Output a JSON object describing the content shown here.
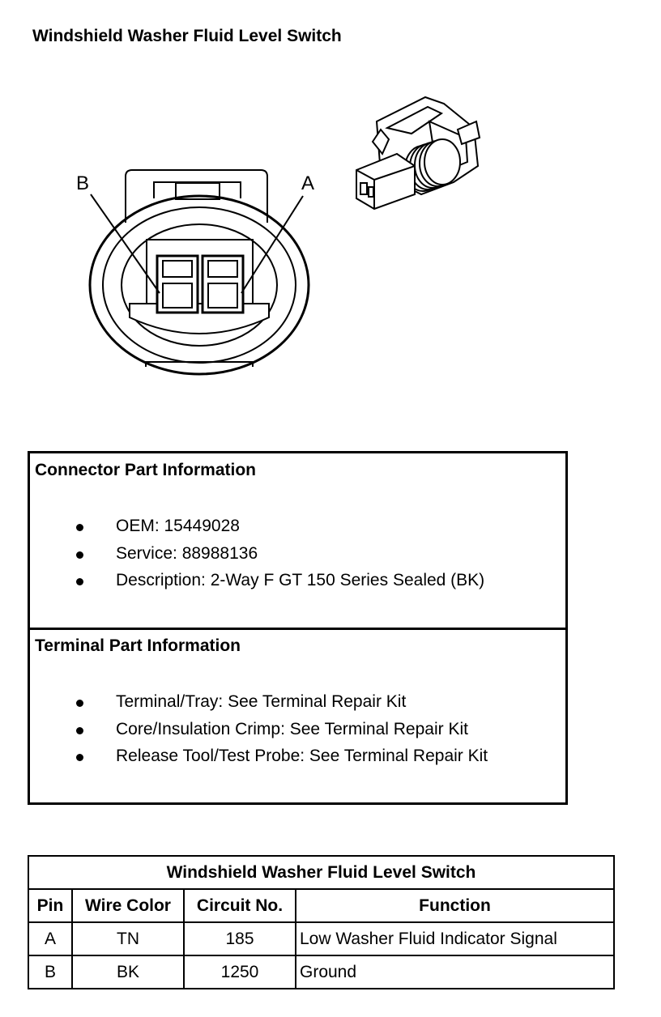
{
  "title": "Windshield Washer Fluid Level Switch",
  "diagram": {
    "label_b": "B",
    "label_a": "A"
  },
  "connector_info": {
    "heading": "Connector Part Information",
    "items": [
      "OEM: 15449028",
      "Service: 88988136",
      "Description: 2-Way F GT 150 Series Sealed (BK)"
    ]
  },
  "terminal_info": {
    "heading": "Terminal Part Information",
    "items": [
      "Terminal/Tray: See Terminal Repair Kit",
      "Core/Insulation Crimp: See Terminal Repair Kit",
      "Release Tool/Test Probe: See Terminal Repair Kit"
    ]
  },
  "pin_table": {
    "caption": "Windshield Washer Fluid Level Switch",
    "headers": [
      "Pin",
      "Wire Color",
      "Circuit No.",
      "Function"
    ],
    "rows": [
      [
        "A",
        "TN",
        "185",
        "Low Washer Fluid Indicator Signal"
      ],
      [
        "B",
        "BK",
        "1250",
        "Ground"
      ]
    ]
  }
}
